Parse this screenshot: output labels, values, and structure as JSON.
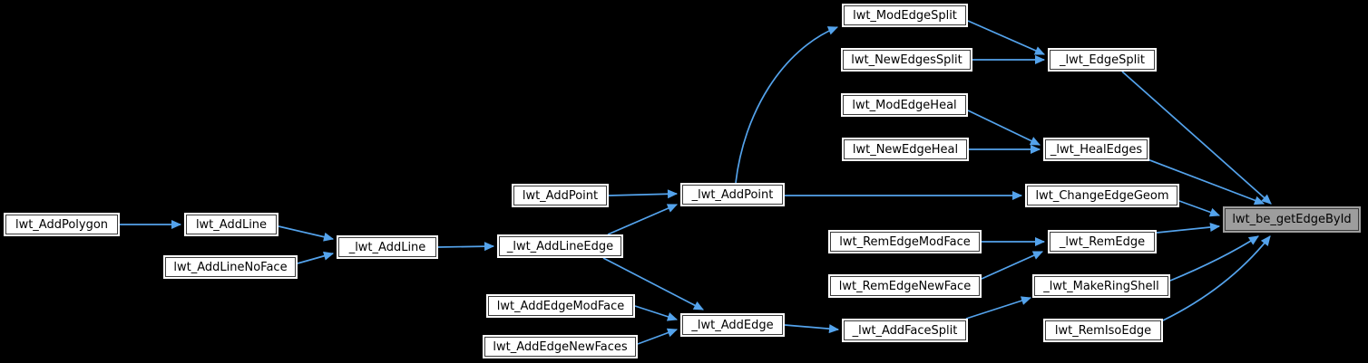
{
  "diagram": {
    "type": "caller-graph",
    "highlighted_node": "lwt_be_getEdgeById",
    "colors": {
      "background": "#000000",
      "node_fill": "#ffffff",
      "node_border": "#3b3b3b",
      "node_text": "#000000",
      "highlight_fill": "#9d9d9d",
      "edge": "#54a3ec"
    },
    "nodes": [
      {
        "id": "lwt_AddPolygon",
        "label": "lwt_AddPolygon"
      },
      {
        "id": "lwt_AddLine",
        "label": "lwt_AddLine"
      },
      {
        "id": "lwt_AddLineNoFace",
        "label": "lwt_AddLineNoFace"
      },
      {
        "id": "_lwt_AddLine",
        "label": "_lwt_AddLine"
      },
      {
        "id": "lwt_AddPoint",
        "label": "lwt_AddPoint"
      },
      {
        "id": "_lwt_AddLineEdge",
        "label": "_lwt_AddLineEdge"
      },
      {
        "id": "lwt_AddEdgeModFace",
        "label": "lwt_AddEdgeModFace"
      },
      {
        "id": "lwt_AddEdgeNewFaces",
        "label": "lwt_AddEdgeNewFaces"
      },
      {
        "id": "_lwt_AddPoint",
        "label": "_lwt_AddPoint"
      },
      {
        "id": "_lwt_AddEdge",
        "label": "_lwt_AddEdge"
      },
      {
        "id": "lwt_ModEdgeSplit",
        "label": "lwt_ModEdgeSplit"
      },
      {
        "id": "lwt_NewEdgesSplit",
        "label": "lwt_NewEdgesSplit"
      },
      {
        "id": "lwt_ModEdgeHeal",
        "label": "lwt_ModEdgeHeal"
      },
      {
        "id": "lwt_NewEdgeHeal",
        "label": "lwt_NewEdgeHeal"
      },
      {
        "id": "lwt_RemEdgeModFace",
        "label": "lwt_RemEdgeModFace"
      },
      {
        "id": "lwt_RemEdgeNewFace",
        "label": "lwt_RemEdgeNewFace"
      },
      {
        "id": "_lwt_AddFaceSplit",
        "label": "_lwt_AddFaceSplit"
      },
      {
        "id": "_lwt_EdgeSplit",
        "label": "_lwt_EdgeSplit"
      },
      {
        "id": "_lwt_HealEdges",
        "label": "_lwt_HealEdges"
      },
      {
        "id": "lwt_ChangeEdgeGeom",
        "label": "lwt_ChangeEdgeGeom"
      },
      {
        "id": "_lwt_RemEdge",
        "label": "_lwt_RemEdge"
      },
      {
        "id": "_lwt_MakeRingShell",
        "label": "_lwt_MakeRingShell"
      },
      {
        "id": "lwt_RemIsoEdge",
        "label": "lwt_RemIsoEdge"
      },
      {
        "id": "lwt_be_getEdgeById",
        "label": "lwt_be_getEdgeById"
      }
    ],
    "edges": [
      {
        "from": "lwt_AddPolygon",
        "to": "lwt_AddLine"
      },
      {
        "from": "lwt_AddLine",
        "to": "_lwt_AddLine"
      },
      {
        "from": "lwt_AddLineNoFace",
        "to": "_lwt_AddLine"
      },
      {
        "from": "_lwt_AddLine",
        "to": "_lwt_AddLineEdge"
      },
      {
        "from": "lwt_AddPoint",
        "to": "_lwt_AddPoint"
      },
      {
        "from": "_lwt_AddLineEdge",
        "to": "_lwt_AddPoint"
      },
      {
        "from": "_lwt_AddLineEdge",
        "to": "_lwt_AddEdge"
      },
      {
        "from": "lwt_AddEdgeModFace",
        "to": "_lwt_AddEdge"
      },
      {
        "from": "lwt_AddEdgeNewFaces",
        "to": "_lwt_AddEdge"
      },
      {
        "from": "_lwt_AddPoint",
        "to": "lwt_ModEdgeSplit"
      },
      {
        "from": "_lwt_AddPoint",
        "to": "lwt_ChangeEdgeGeom"
      },
      {
        "from": "lwt_ModEdgeSplit",
        "to": "_lwt_EdgeSplit"
      },
      {
        "from": "lwt_NewEdgesSplit",
        "to": "_lwt_EdgeSplit"
      },
      {
        "from": "lwt_ModEdgeHeal",
        "to": "_lwt_HealEdges"
      },
      {
        "from": "lwt_NewEdgeHeal",
        "to": "_lwt_HealEdges"
      },
      {
        "from": "lwt_RemEdgeModFace",
        "to": "_lwt_RemEdge"
      },
      {
        "from": "lwt_RemEdgeNewFace",
        "to": "_lwt_RemEdge"
      },
      {
        "from": "_lwt_AddEdge",
        "to": "_lwt_AddFaceSplit"
      },
      {
        "from": "_lwt_AddFaceSplit",
        "to": "_lwt_MakeRingShell"
      },
      {
        "from": "_lwt_EdgeSplit",
        "to": "lwt_be_getEdgeById"
      },
      {
        "from": "_lwt_HealEdges",
        "to": "lwt_be_getEdgeById"
      },
      {
        "from": "lwt_ChangeEdgeGeom",
        "to": "lwt_be_getEdgeById"
      },
      {
        "from": "_lwt_RemEdge",
        "to": "lwt_be_getEdgeById"
      },
      {
        "from": "_lwt_MakeRingShell",
        "to": "lwt_be_getEdgeById"
      },
      {
        "from": "lwt_RemIsoEdge",
        "to": "lwt_be_getEdgeById"
      }
    ]
  }
}
